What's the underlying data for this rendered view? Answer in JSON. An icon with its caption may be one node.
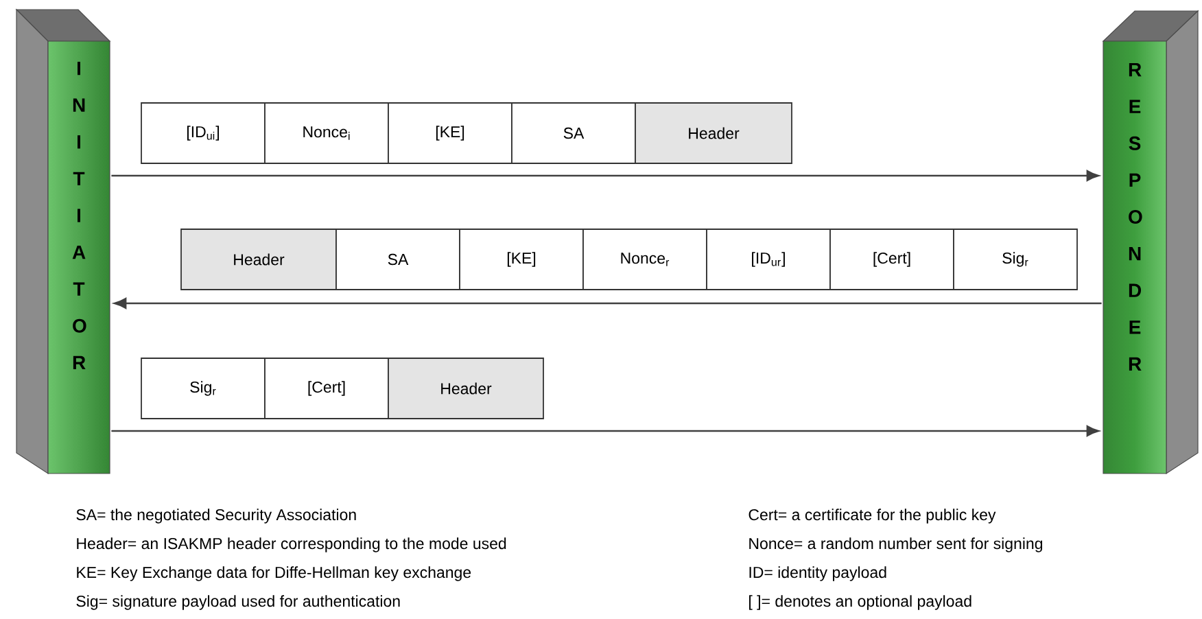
{
  "diagram": {
    "nodes": [
      {
        "text": [
          "INITIATOR"
        ]
      },
      {
        "text": [
          "RESPONDER"
        ]
      },
      {
        "text": [
          "[ID$_{ui}$]"
        ]
      },
      {
        "text": [
          "Nonce$_{i}$"
        ]
      },
      {
        "text": [
          "[KE]"
        ]
      },
      {
        "text": [
          "SA"
        ]
      },
      {
        "text": [
          "Header"
        ]
      },
      {
        "text": [
          "Header"
        ]
      },
      {
        "text": [
          "SA"
        ]
      },
      {
        "text": [
          "[KE]"
        ]
      },
      {
        "text": [
          "Nonce$_{r}$"
        ]
      },
      {
        "text": [
          "[ID$_{ur}$]"
        ]
      },
      {
        "text": [
          "[Cert]"
        ]
      },
      {
        "text": [
          "Sig$_{r}$"
        ]
      },
      {
        "text": [
          "Sig$_{r}$"
        ]
      },
      {
        "text": [
          "[Cert]"
        ]
      },
      {
        "text": [
          "Header"
        ]
      }
    ],
    "edges": [
      {
        "from": 0,
        "to": 1,
        "arrow": "to"
      },
      {
        "from": 1,
        "to": 0,
        "arrow": "to"
      },
      {
        "from": 0,
        "to": 1,
        "arrow": "to"
      }
    ],
    "labels": [
      "SA= the negotiated Security Association",
      "Header= an ISAKMP header corresponding to the mode used",
      "KE= Key Exchange data for Diffe-Hellman key exchange",
      "Sig= signature payload used for authentication",
      "Cert= a certificate for the public key",
      "Nonce= a random number sent for signing",
      "ID= identity payload",
      "[ ]= denotes an optional payload"
    ]
  }
}
